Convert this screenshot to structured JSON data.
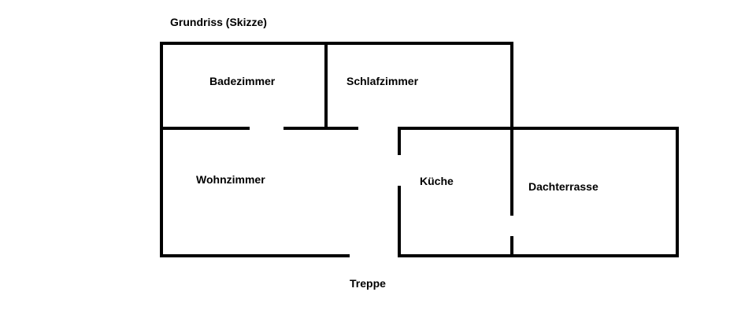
{
  "title": "Grundriss (Skizze)",
  "rooms": {
    "badezimmer": "Badezimmer",
    "schlafzimmer": "Schlafzimmer",
    "wohnzimmer": "Wohnzimmer",
    "kueche": "Küche",
    "dachterrasse": "Dachterrasse"
  },
  "stairs": "Treppe",
  "colors": {
    "line": "#000000",
    "background": "#ffffff"
  }
}
